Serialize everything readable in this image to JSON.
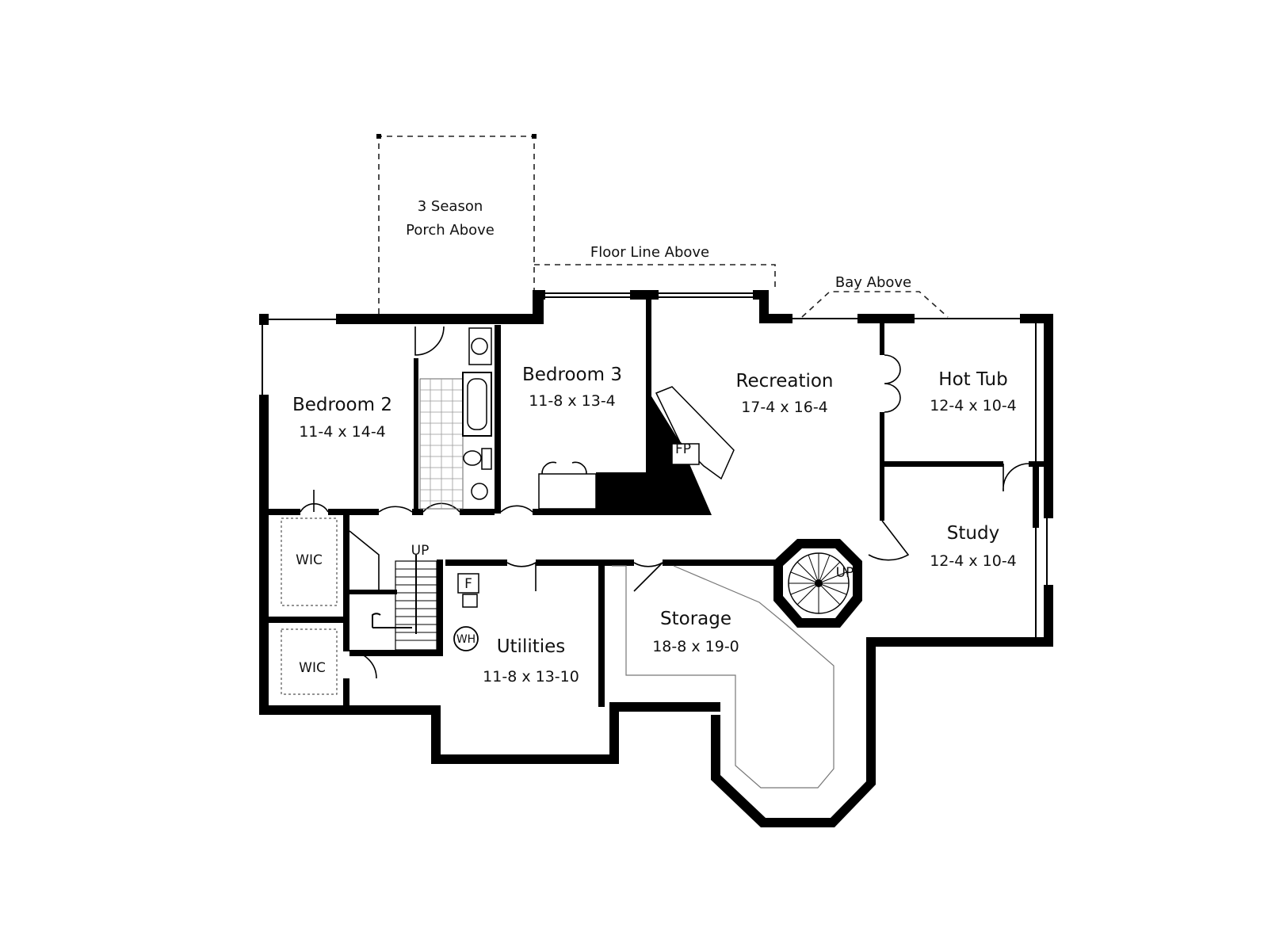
{
  "plan": {
    "notes": {
      "porch_line1": "3 Season",
      "porch_line2": "Porch Above",
      "floor_line": "Floor Line Above",
      "bay": "Bay Above"
    },
    "rooms": {
      "bedroom2": {
        "name": "Bedroom 2",
        "dims": "11-4 x 14-4"
      },
      "bedroom3": {
        "name": "Bedroom 3",
        "dims": "11-8 x 13-4"
      },
      "recreation": {
        "name": "Recreation",
        "dims": "17-4 x 16-4"
      },
      "hottub": {
        "name": "Hot Tub",
        "dims": "12-4 x 10-4"
      },
      "study": {
        "name": "Study",
        "dims": "12-4 x 10-4"
      },
      "storage": {
        "name": "Storage",
        "dims": "18-8 x 19-0"
      },
      "utilities": {
        "name": "Utilities",
        "dims": "11-8 x 13-10"
      }
    },
    "fixtures": {
      "wic_upper": "WIC",
      "wic_lower": "WIC",
      "stairs_up": "UP",
      "spiral_up": "UP",
      "fireplace": "FP",
      "furnace": "F",
      "water_heater": "WH"
    }
  }
}
